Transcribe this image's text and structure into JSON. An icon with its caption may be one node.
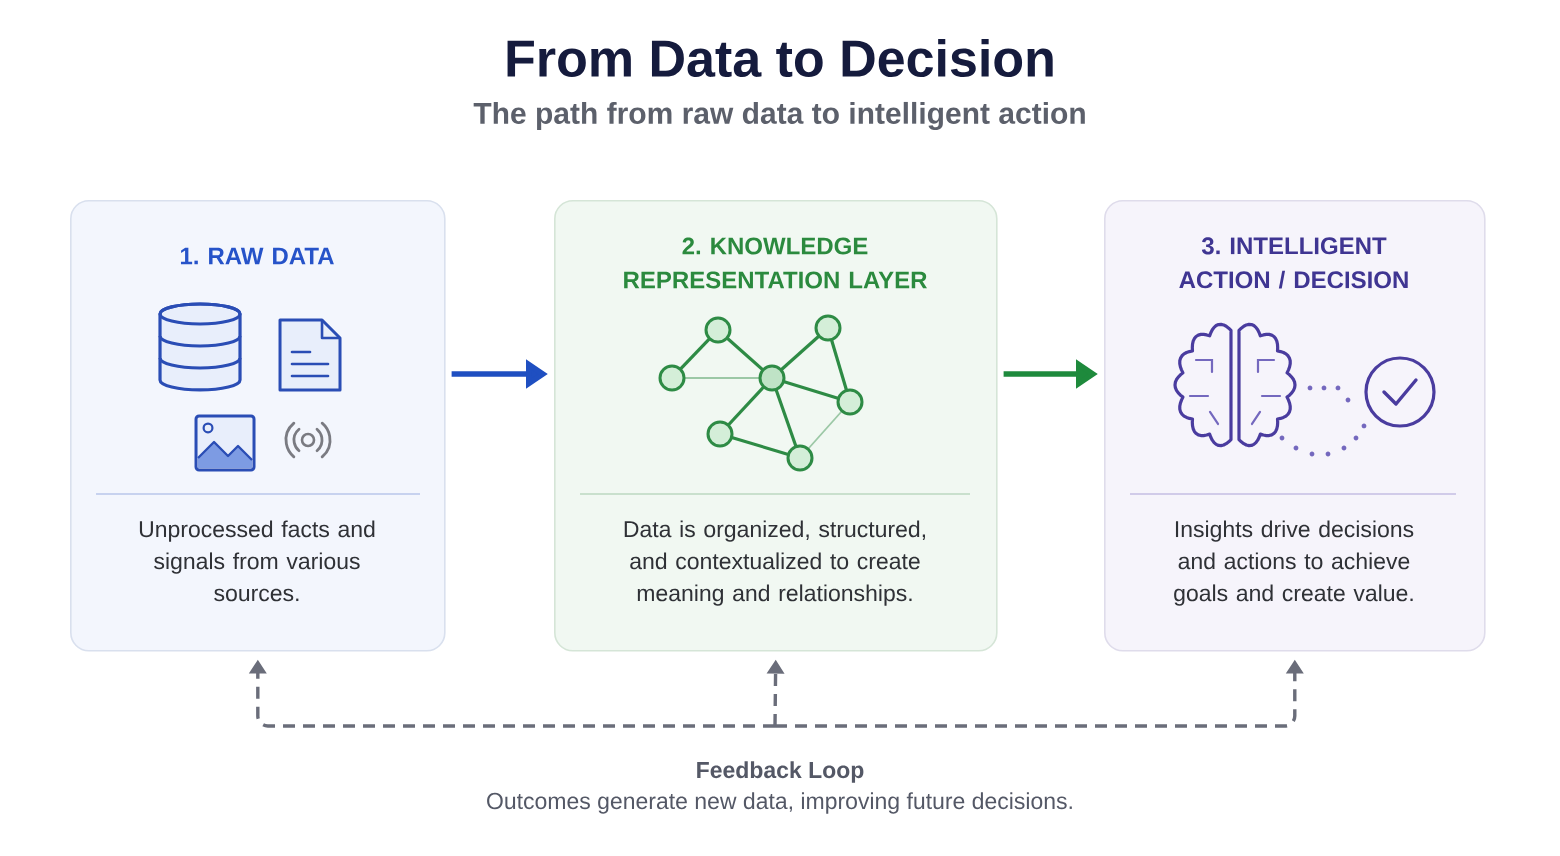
{
  "diagram": {
    "title": "From Data to Decision",
    "nodes": [
      {
        "text": [
          "1. RAW DATA",
          "Unprocessed facts and signals from various sources."
        ]
      },
      {
        "text": [
          "2. KNOWLEDGE REPRESENTATION LAYER",
          "Data is organized, structured, and contextualized to create meaning and relationships."
        ]
      },
      {
        "text": [
          "3. INTELLIGENT ACTION / DECISION",
          "Insights drive decisions and actions to achieve goals and create value."
        ]
      }
    ],
    "edges": [
      {
        "from": 0,
        "to": 1,
        "arrow": "to",
        "color": "#1f4fc1"
      },
      {
        "from": 1,
        "to": 2,
        "arrow": "to",
        "color": "#1e8a3c"
      },
      {
        "from": null,
        "to": 0,
        "arrow": "to",
        "style": "dashed",
        "color": "#6a6d7a"
      },
      {
        "from": null,
        "to": 1,
        "arrow": "to",
        "style": "dashed",
        "color": "#6a6d7a"
      },
      {
        "from": null,
        "to": 2,
        "arrow": "to",
        "style": "dashed",
        "color": "#6a6d7a"
      }
    ],
    "labels": [
      "The path from raw data to intelligent action",
      "Feedback Loop",
      "Outcomes generate new data, improving future decisions."
    ]
  }
}
